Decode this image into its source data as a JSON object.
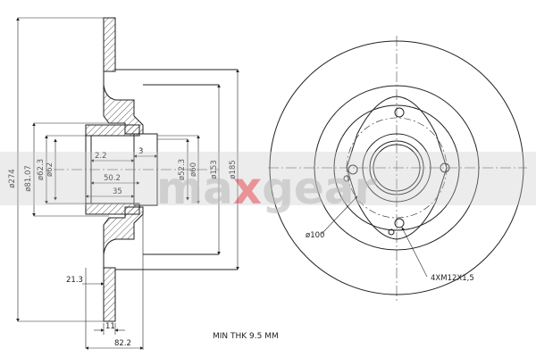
{
  "watermark": {
    "brand_name": "maxgear",
    "brand_text_left": "ma",
    "brand_text_x": "x",
    "brand_text_right": "gear",
    "band_color": "#c8c8c8",
    "accent_color": "#e30613"
  },
  "side_view_dimensions": {
    "outer_diameter": "ø274",
    "bore_diameter": "ø81.07",
    "hub_inner_1": "ø62.3",
    "hub_inner_2": "ø62",
    "hub_offset_1": "2.2",
    "hub_offset_2": "3",
    "hub_bore_1": "50.2",
    "hub_bore_2": "35",
    "pilot_diameter": "ø52.3",
    "hat_diameter": "ø60",
    "inner_face_diameter": "ø153",
    "bearing_diameter": "ø185",
    "disc_thickness_offset": "21.3",
    "disc_thickness": "11",
    "total_height": "82.2"
  },
  "front_view_labels": {
    "pcd": "ø100",
    "bolt_pattern": "4XM12X1,5"
  },
  "notes": {
    "min_thickness": "MIN THK 9.5 MM"
  },
  "colors": {
    "line": "#222222",
    "hatch": "#333333",
    "background": "#ffffff"
  }
}
